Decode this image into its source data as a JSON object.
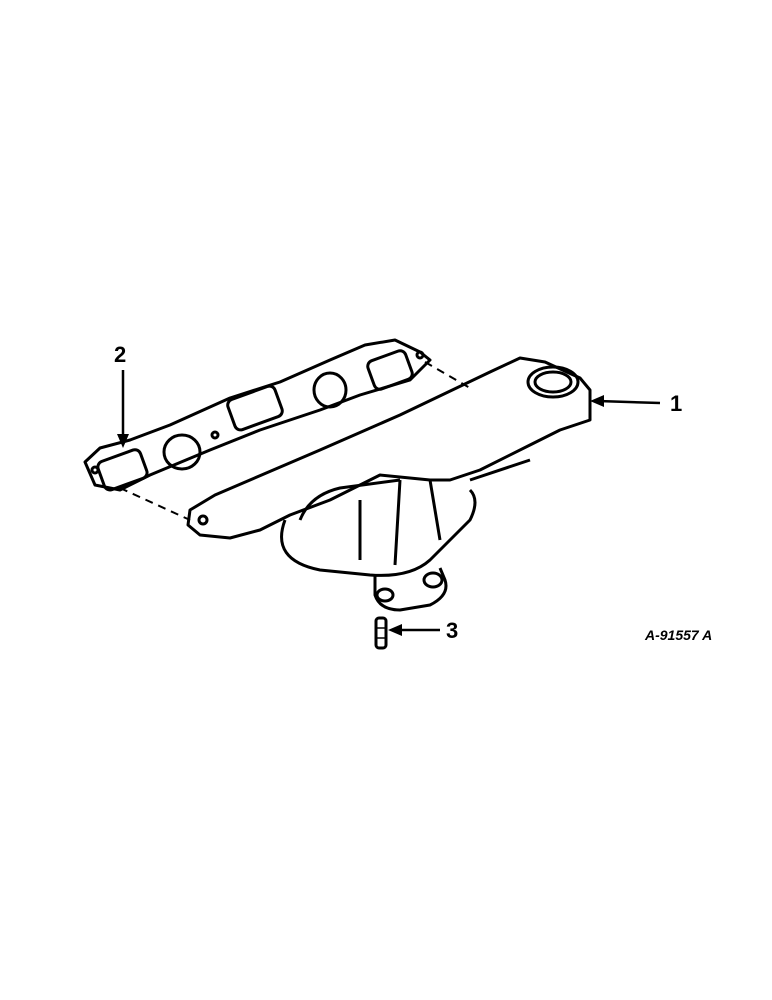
{
  "callouts": [
    {
      "number": "1",
      "part": "manifold"
    },
    {
      "number": "2",
      "part": "gasket"
    },
    {
      "number": "3",
      "part": "stud"
    }
  ],
  "reference_code": "A-91557 A"
}
